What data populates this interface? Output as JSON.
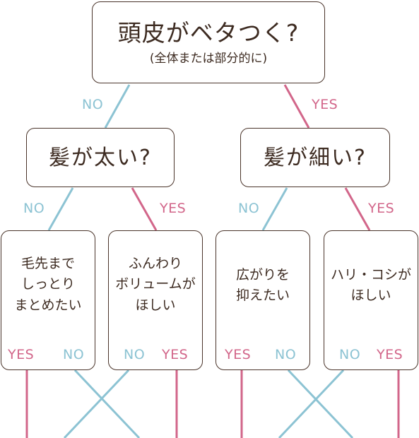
{
  "colors": {
    "yes": "#d2668a",
    "no": "#8cc3d3",
    "border": "#4a342a",
    "text": "#3d2b21"
  },
  "root": {
    "title": "頭皮がベタつく?",
    "subtitle": "(全体または部分的に)"
  },
  "branch_labels": {
    "yes": "YES",
    "no": "NO"
  },
  "left_question": {
    "title": "髪が太い?"
  },
  "right_question": {
    "title": "髪が細い?"
  },
  "leaves": [
    {
      "text": "毛先まで\nしっとり\nまとめたい"
    },
    {
      "text": "ふんわり\nボリュームが\nほしい"
    },
    {
      "text": "広がりを\n抑えたい"
    },
    {
      "text": "ハリ・コシが\nほしい"
    }
  ]
}
